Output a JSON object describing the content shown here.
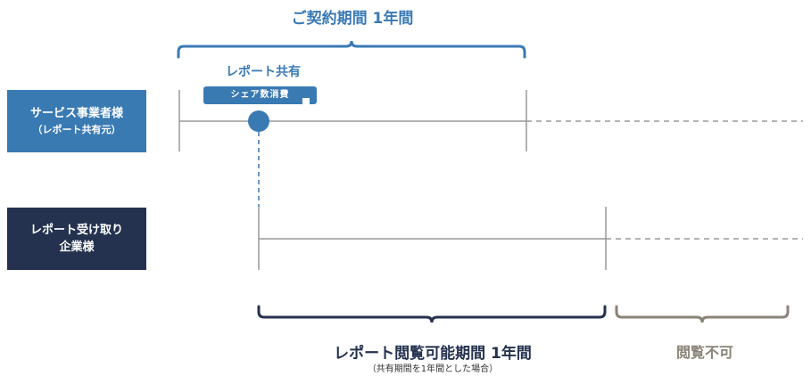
{
  "header": {
    "contract_period": "ご契約期間 1年間"
  },
  "share": {
    "label": "レポート共有",
    "badge": "シェア数消費"
  },
  "rows": {
    "provider": {
      "line1": "サービス事業者様",
      "line2": "（レポート共有元）"
    },
    "receiver": {
      "line1": "レポート受け取り",
      "line2": "企業様"
    }
  },
  "footer": {
    "view_period": "レポート閲覧可能期間 1年間",
    "view_period_note": "（共有期間を1年間とした場合）",
    "unviewable": "閲覧不可"
  },
  "colors": {
    "primary_blue": "#3a7ab3",
    "navy": "#24324f",
    "gray_line": "#999999",
    "taupe": "#8a8377"
  }
}
